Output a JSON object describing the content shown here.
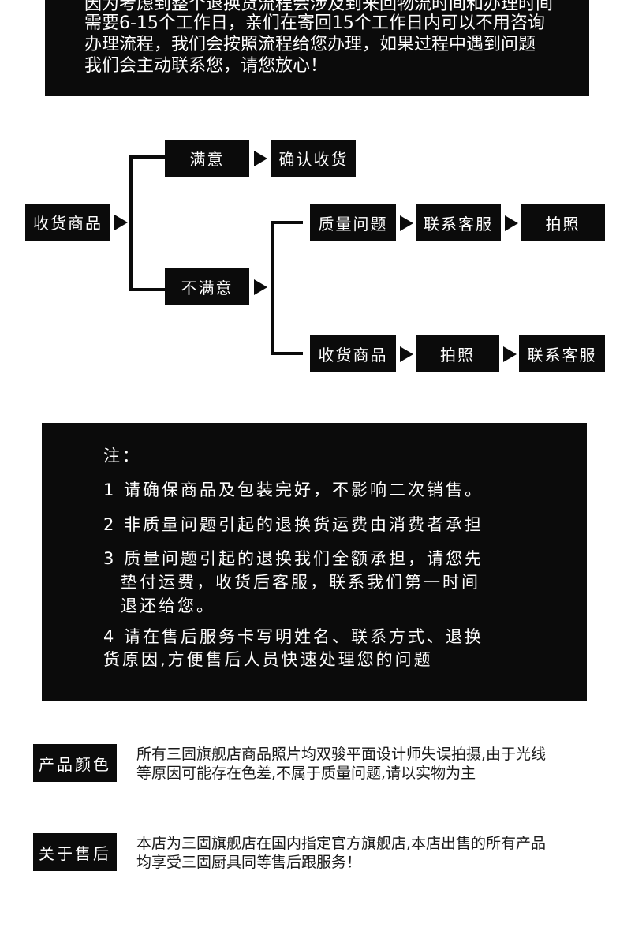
{
  "top_notice": {
    "lines": [
      "因为考虑到整个退换货流程会涉及到来回物流时间和办理时间",
      "需要6-15个工作日，亲们在寄回15个工作日内可以不用咨询",
      "办理流程，我们会按照流程给您办理，如果过程中遇到问题",
      "我们会主动联系您，请您放心！"
    ]
  },
  "flow": {
    "root": "收货商品",
    "satisfied": "满意",
    "confirm_receipt": "确认收货",
    "unsatisfied": "不满意",
    "quality_issue": "质量问题",
    "contact_service_1": "联系客服",
    "photo_1": "拍照",
    "receive_goods": "收货商品",
    "photo_2": "拍照",
    "contact_service_2": "联系客服"
  },
  "notes": {
    "title": "注：",
    "item1": "1 请确保商品及包装完好，不影响二次销售。",
    "item2": "2 非质量问题引起的退换货运费由消费者承担",
    "item3": [
      "3 质量问题引起的退换我们全额承担，请您先",
      "垫付运费，收货后客服，联系我们第一时间",
      "退还给您。"
    ],
    "item4": [
      "4 请在售后服务卡写明姓名、联系方式、退换",
      "货原因,方便售后人员快速处理您的问题"
    ]
  },
  "color_info": {
    "label": "产品颜色",
    "lines": [
      "所有三固旗舰店商品照片均双骏平面设计师失误拍摄,由于光线",
      "等原因可能存在色差,不属于质量问题,请以实物为主"
    ]
  },
  "after_sales": {
    "label": "关于售后",
    "lines": [
      "本店为三固旗舰店在国内指定官方旗舰店,本店出售的所有产品",
      "均享受三固厨具同等售后跟服务！"
    ]
  }
}
